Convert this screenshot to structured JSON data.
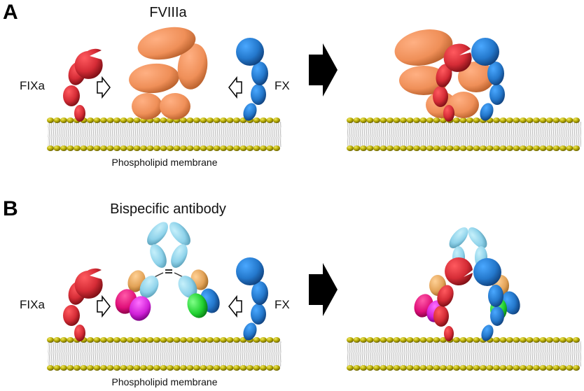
{
  "panels": [
    {
      "letter": "A",
      "title": "FVIIIa",
      "left_label": "FIXa",
      "right_label": "FX",
      "membrane_label": "Phospholipid membrane"
    },
    {
      "letter": "B",
      "title": "Bispecific antibody",
      "left_label": "FIXa",
      "right_label": "FX",
      "membrane_label": "Phospholipid membrane"
    }
  ],
  "colors": {
    "fixa": "#d9303a",
    "fx": "#2a7fd0",
    "fviiia": "#f0925a",
    "antibody_heavy": "#8fd3ea",
    "antibody_light_left": "#e8a95a",
    "antibody_var_magenta": "#e0107a",
    "antibody_var_purple": "#d020d8",
    "antibody_var_green": "#20d030",
    "antibody_var_blue": "#1f6fd0",
    "lipid_head": "#b3a800",
    "lipid_tail": "#c8c8c8",
    "arrow": "#000000"
  }
}
